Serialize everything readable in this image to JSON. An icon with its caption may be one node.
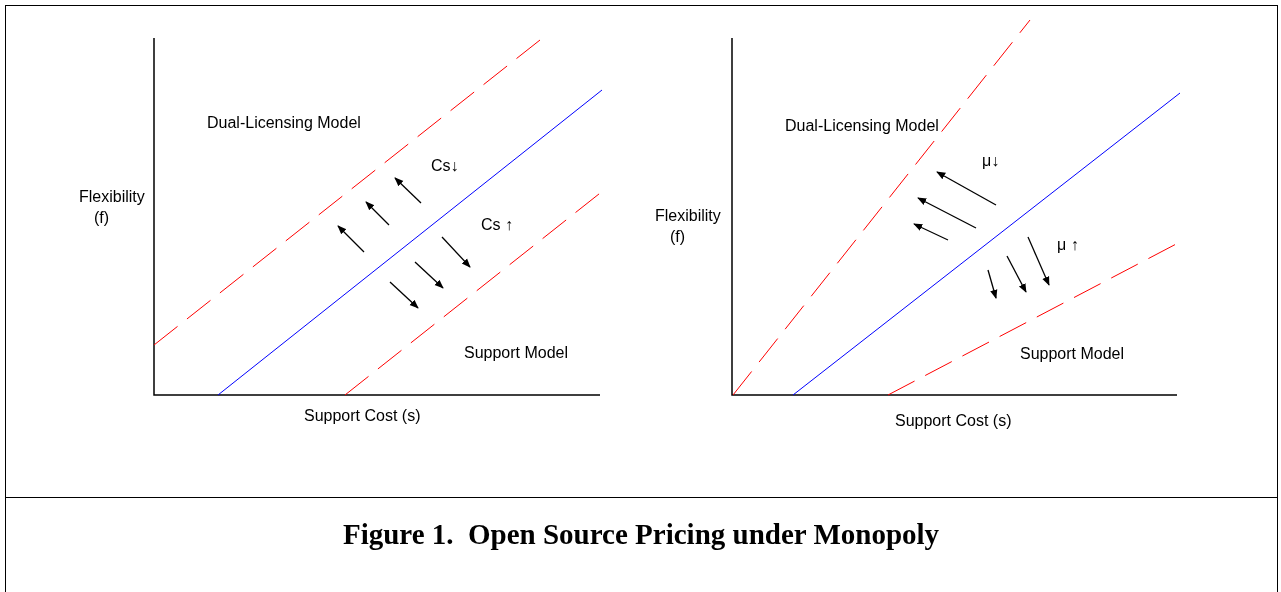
{
  "diagram": {
    "caption": "Figure 1.  Open Source Pricing under Monopoly",
    "labels": [
      "Dual-Licensing Model",
      "Cs↓",
      "Flexibility (f)",
      "Cs ↑",
      "Support Model",
      "Support Cost (s)",
      "Dual-Licensing Model",
      "μ↓",
      "Flexibility (f)",
      "μ ↑",
      "Support Model",
      "Support Cost (s)"
    ]
  }
}
